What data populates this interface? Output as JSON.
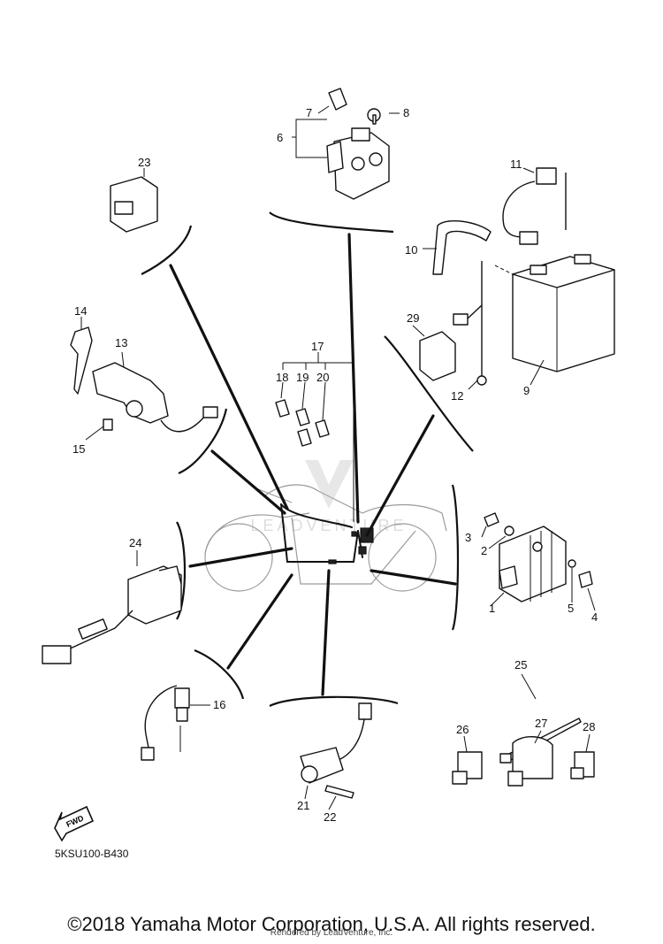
{
  "diagram_code": "5KSU100-B430",
  "copyright": "©2018 Yamaha Motor Corporation, U.S.A. All rights reserved.",
  "render_credit": "Rendered by LeadVenture, Inc.",
  "watermark": "LEADVENTURE",
  "fwd_label": "FWD",
  "callouts": {
    "c1": "1",
    "c2": "2",
    "c3": "3",
    "c4": "4",
    "c5": "5",
    "c6": "6",
    "c7": "7",
    "c8": "8",
    "c9": "9",
    "c10": "10",
    "c11": "11",
    "c12": "12",
    "c13": "13",
    "c14": "14",
    "c15": "15",
    "c16": "16",
    "c17": "17",
    "c18": "18",
    "c19": "19",
    "c20": "20",
    "c21": "21",
    "c22": "22",
    "c23": "23",
    "c24": "24",
    "c25": "25",
    "c26": "26",
    "c27": "27",
    "c28": "28",
    "c29": "29"
  }
}
